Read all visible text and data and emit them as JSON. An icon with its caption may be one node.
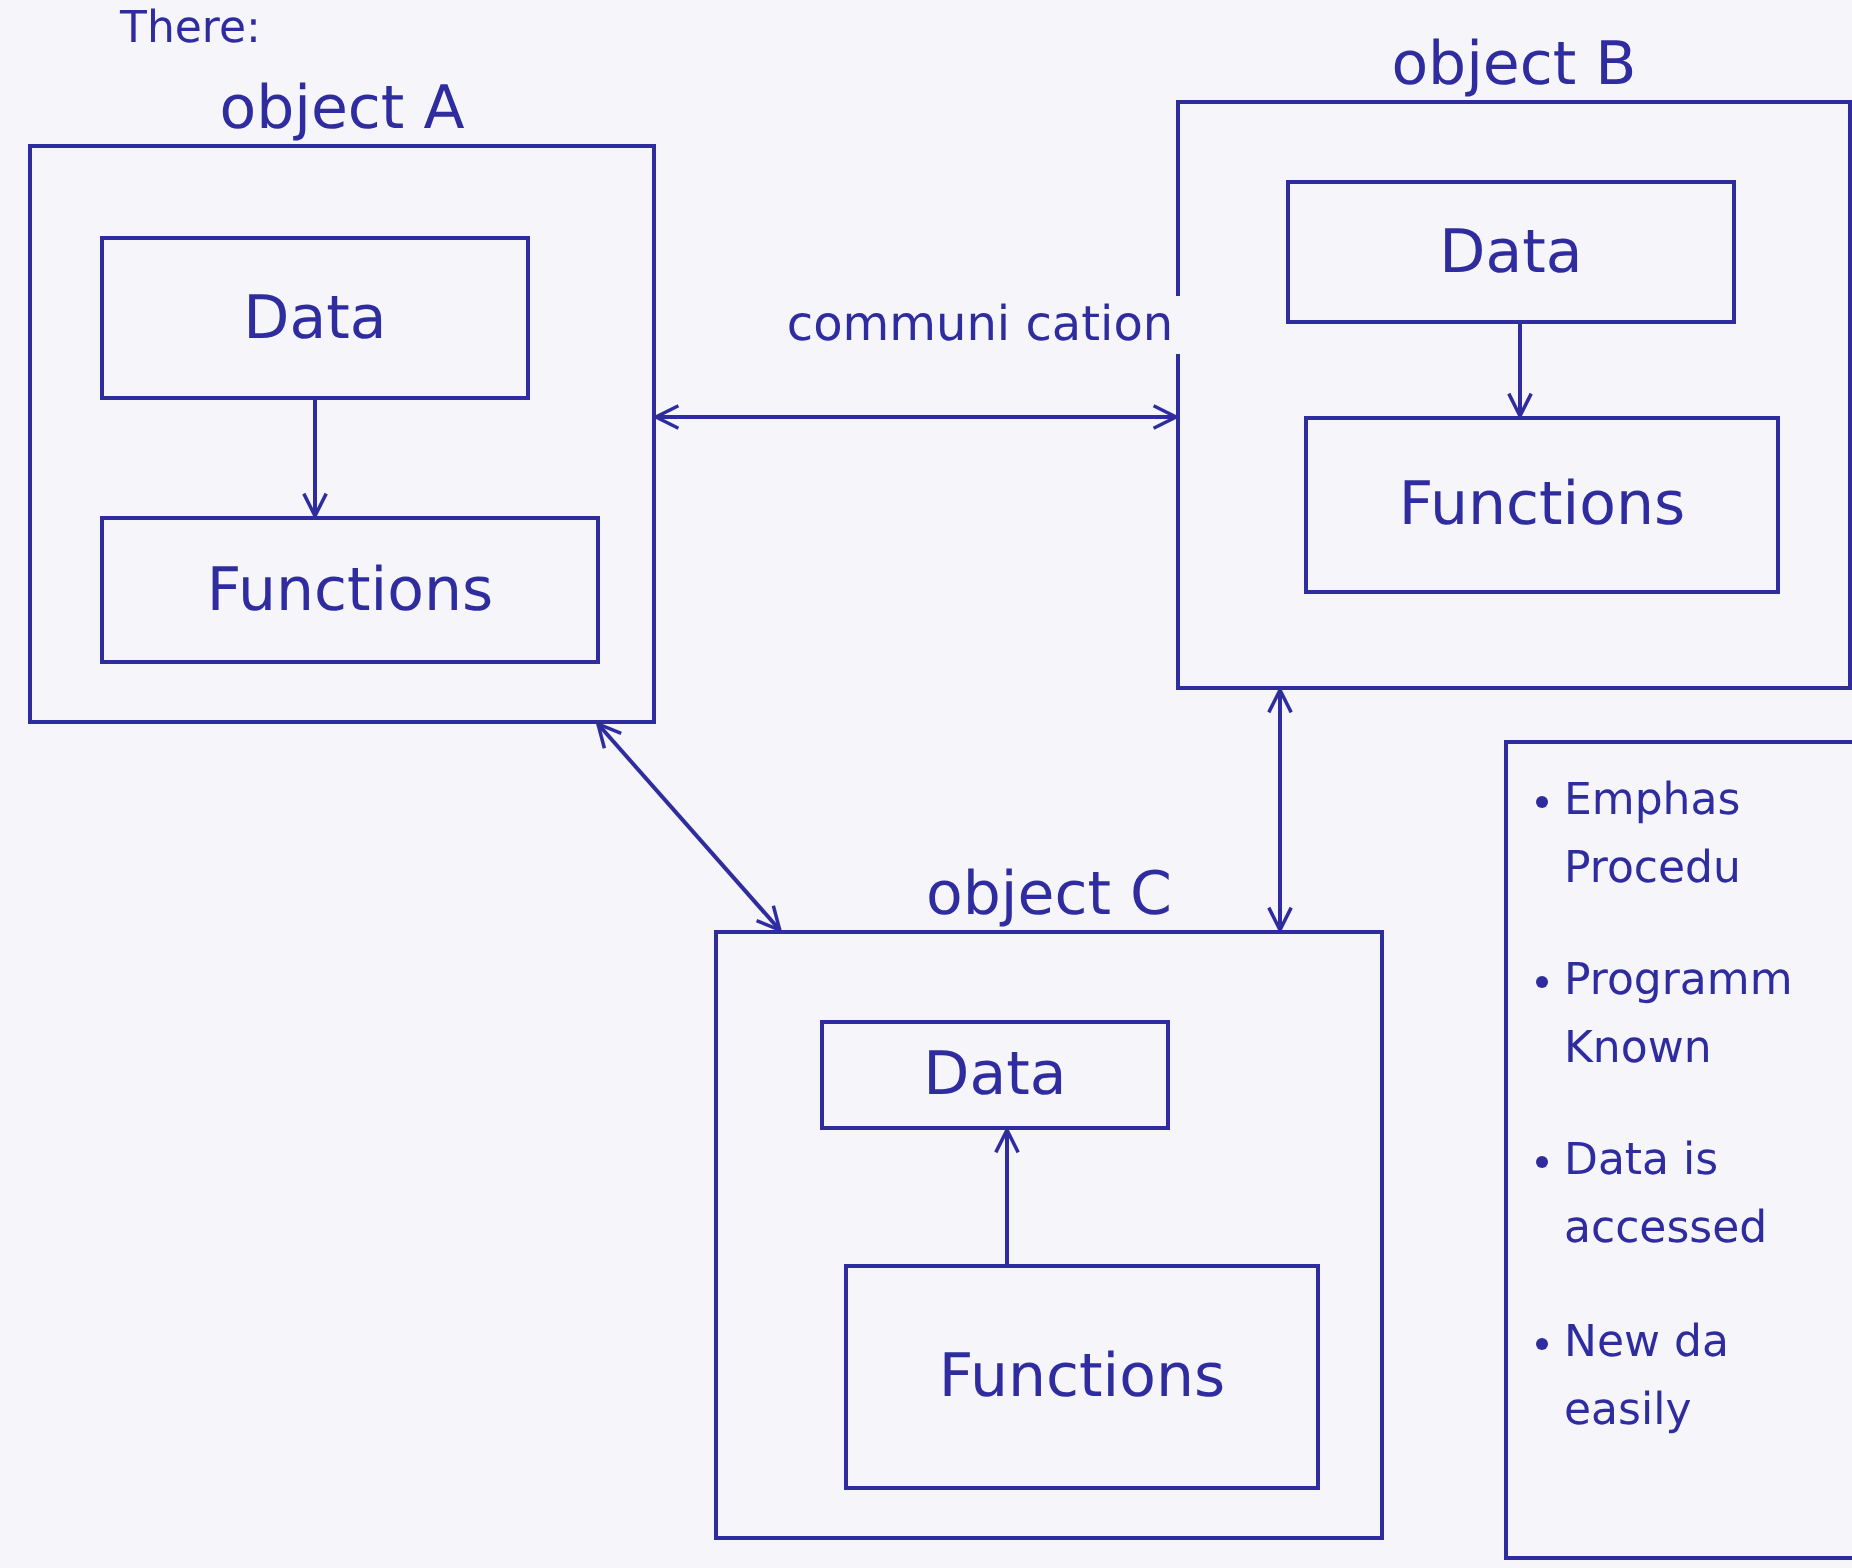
{
  "diagram": {
    "nodes": [
      {
        "text": [
          "object A"
        ]
      },
      {
        "text": [
          "Data"
        ],
        "in": 0
      },
      {
        "text": [
          "Functions"
        ],
        "in": 0
      },
      {
        "text": [
          "object B"
        ]
      },
      {
        "text": [
          "Data"
        ],
        "in": 3
      },
      {
        "text": [
          "Functions"
        ],
        "in": 3
      },
      {
        "text": [
          "object C"
        ]
      },
      {
        "text": [
          "Data"
        ],
        "in": 6
      },
      {
        "text": [
          "Functions"
        ],
        "in": 6
      },
      {
        "text": [
          "Emphas Procedu",
          "Programm Known",
          "Data is accessed",
          "New da easily"
        ]
      }
    ],
    "edges": [
      {
        "from": 1,
        "to": 2,
        "arrow": "to"
      },
      {
        "from": 4,
        "to": 5,
        "arrow": "to"
      },
      {
        "from": 8,
        "to": 7,
        "arrow": "to"
      },
      {
        "from": 0,
        "to": 3,
        "arrow": "both",
        "label": "communi cation"
      },
      {
        "from": 0,
        "to": 6,
        "arrow": "both"
      },
      {
        "from": 3,
        "to": 6,
        "arrow": "both"
      }
    ],
    "labels": [
      "There:"
    ]
  }
}
